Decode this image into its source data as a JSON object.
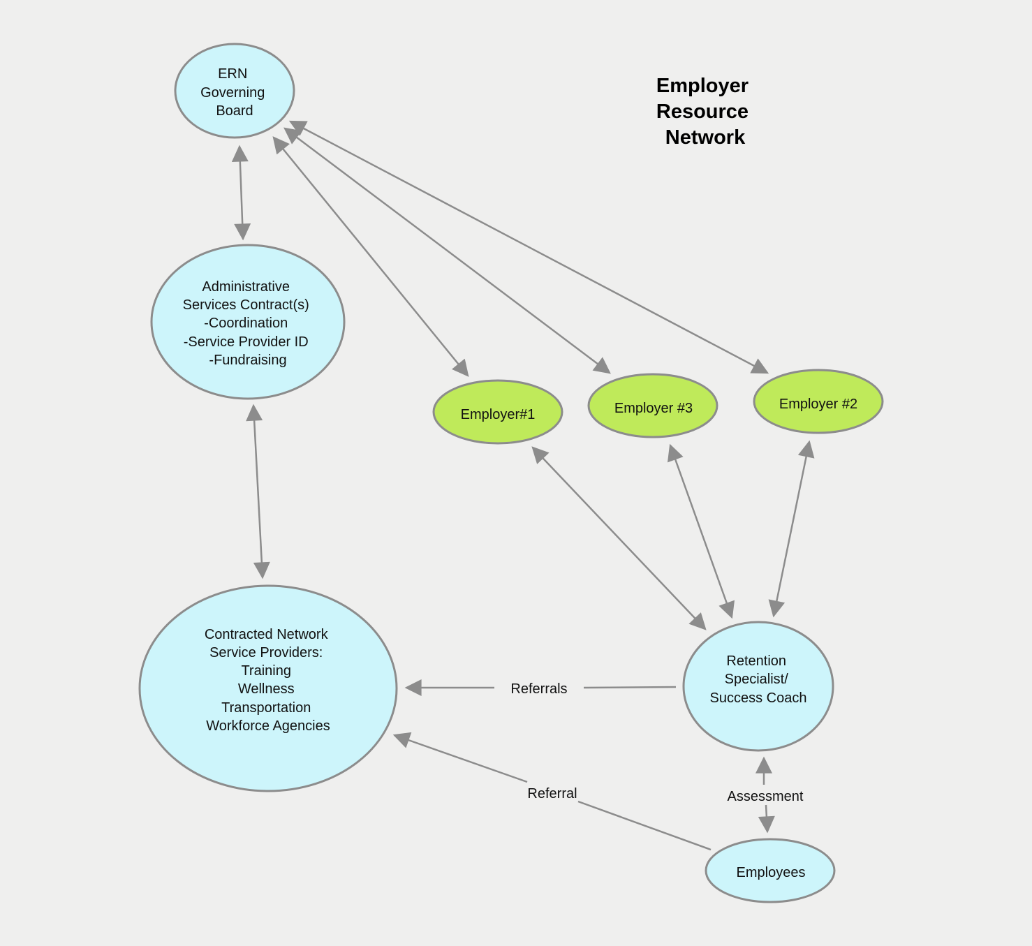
{
  "title": [
    "Employer",
    "Resource",
    "Network"
  ],
  "nodes": {
    "ern_board": {
      "lines": [
        "ERN",
        "Governing",
        "Board"
      ],
      "color": "#cdf5fb"
    },
    "admin_services": {
      "lines": [
        "Administrative",
        "Services Contract(s)",
        "-Coordination",
        "-Service Provider ID",
        "-Fundraising"
      ],
      "color": "#cdf5fb"
    },
    "employer_1": {
      "lines": [
        "Employer#1"
      ],
      "color": "#bfea5a"
    },
    "employer_3": {
      "lines": [
        "Employer #3"
      ],
      "color": "#bfea5a"
    },
    "employer_2": {
      "lines": [
        "Employer #2"
      ],
      "color": "#bfea5a"
    },
    "service_providers": {
      "lines": [
        "Contracted Network",
        "Service Providers:",
        "Training",
        "Wellness",
        "Transportation",
        "Workforce Agencies"
      ],
      "color": "#cdf5fb"
    },
    "retention_coach": {
      "lines": [
        "Retention",
        "Specialist/",
        "Success Coach"
      ],
      "color": "#cdf5fb"
    },
    "employees": {
      "lines": [
        "Employees"
      ],
      "color": "#cdf5fb"
    }
  },
  "edge_labels": {
    "referrals": "Referrals",
    "referral": "Referral",
    "assessment": "Assessment"
  }
}
